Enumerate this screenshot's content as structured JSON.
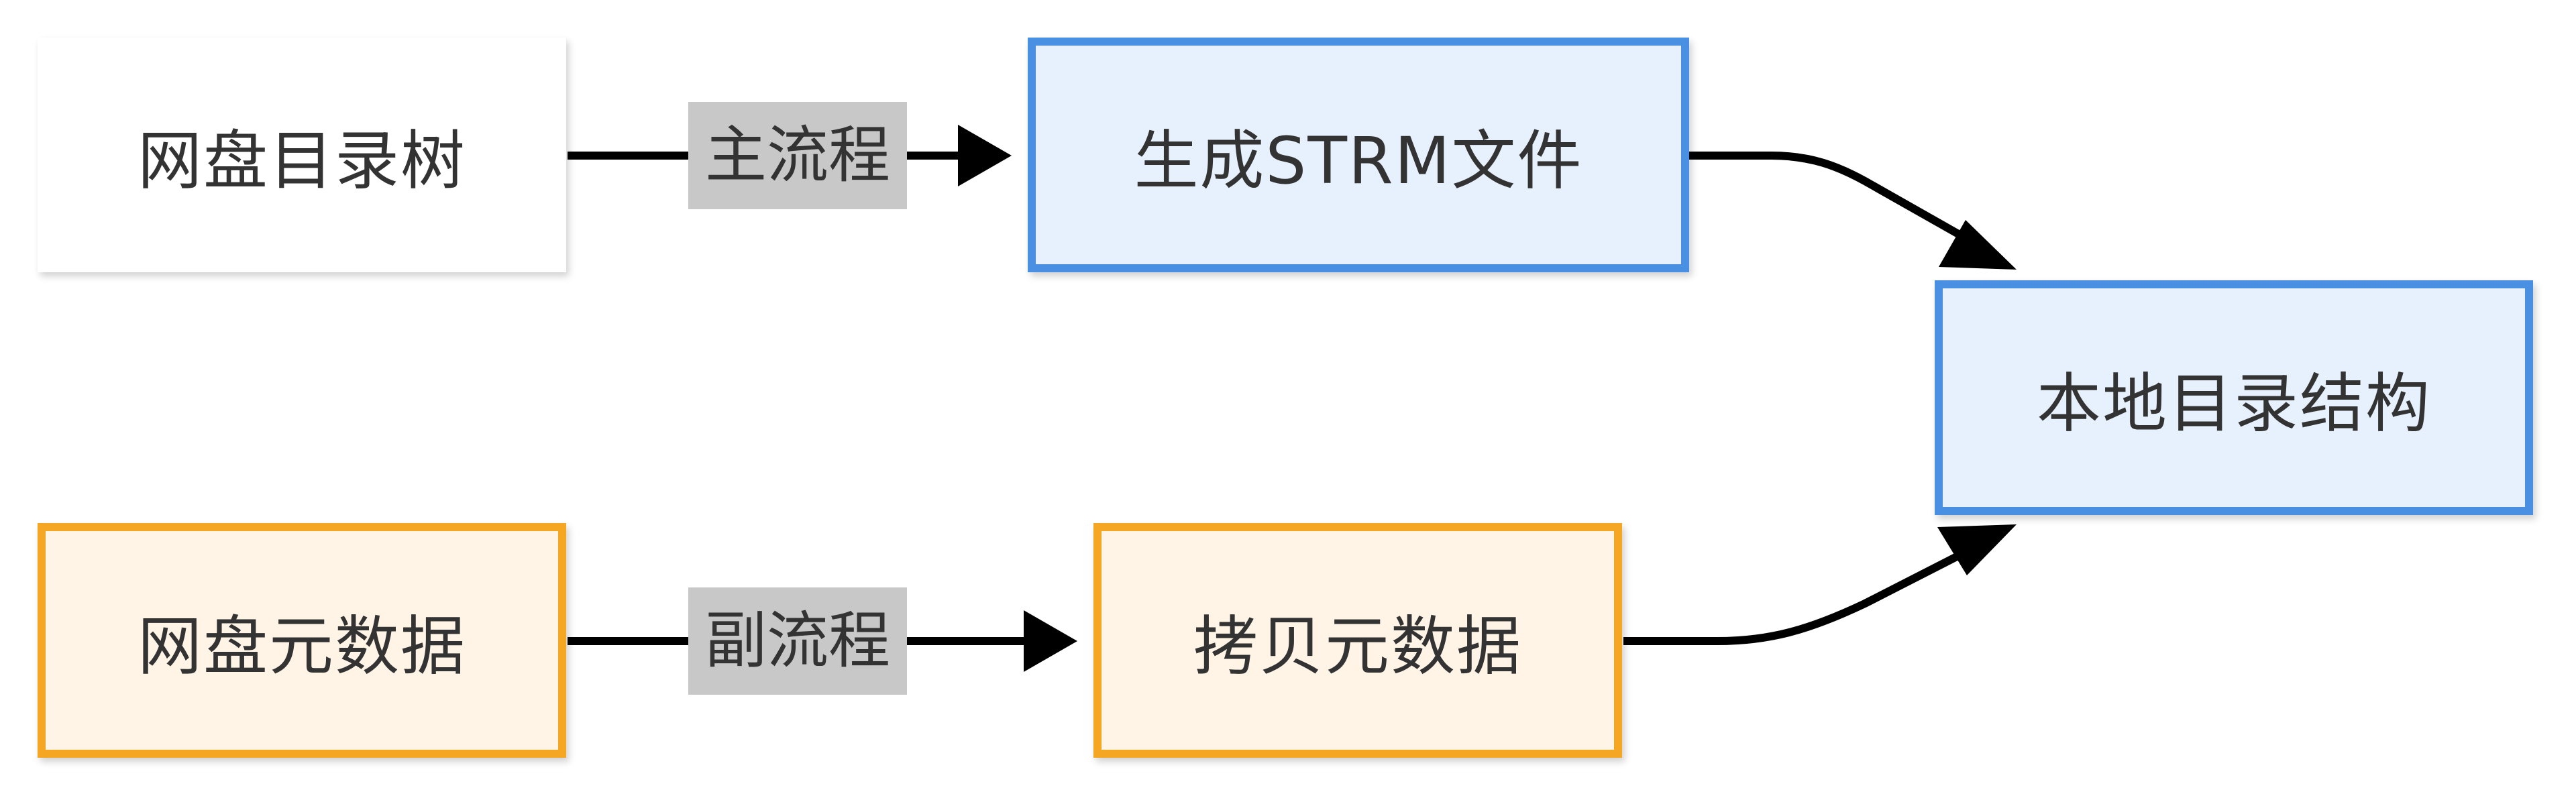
{
  "nodes": {
    "source_tree": {
      "label": "网盘目录树",
      "border_gradient": [
        "#0a3cf0",
        "#f0104a"
      ]
    },
    "generate_strm": {
      "label": "生成STRM文件",
      "style": "blue"
    },
    "local_tree": {
      "label": "本地目录结构",
      "style": "blue"
    },
    "source_meta": {
      "label": "网盘元数据",
      "style": "orange"
    },
    "copy_meta": {
      "label": "拷贝元数据",
      "style": "orange"
    }
  },
  "edges": {
    "main_flow": {
      "label": "主流程",
      "from": "source_tree",
      "to": "generate_strm"
    },
    "side_flow": {
      "label": "副流程",
      "from": "source_meta",
      "to": "copy_meta"
    },
    "strm_to_local": {
      "label": "",
      "from": "generate_strm",
      "to": "local_tree"
    },
    "meta_to_local": {
      "label": "",
      "from": "copy_meta",
      "to": "local_tree"
    }
  },
  "colors": {
    "blue_border": "#4a90e2",
    "blue_fill": "#e6f1fd",
    "orange_border": "#f5a623",
    "orange_fill": "#fff4e6",
    "label_bg": "#c8c8c8",
    "text": "#333333",
    "arrow": "#000000"
  }
}
